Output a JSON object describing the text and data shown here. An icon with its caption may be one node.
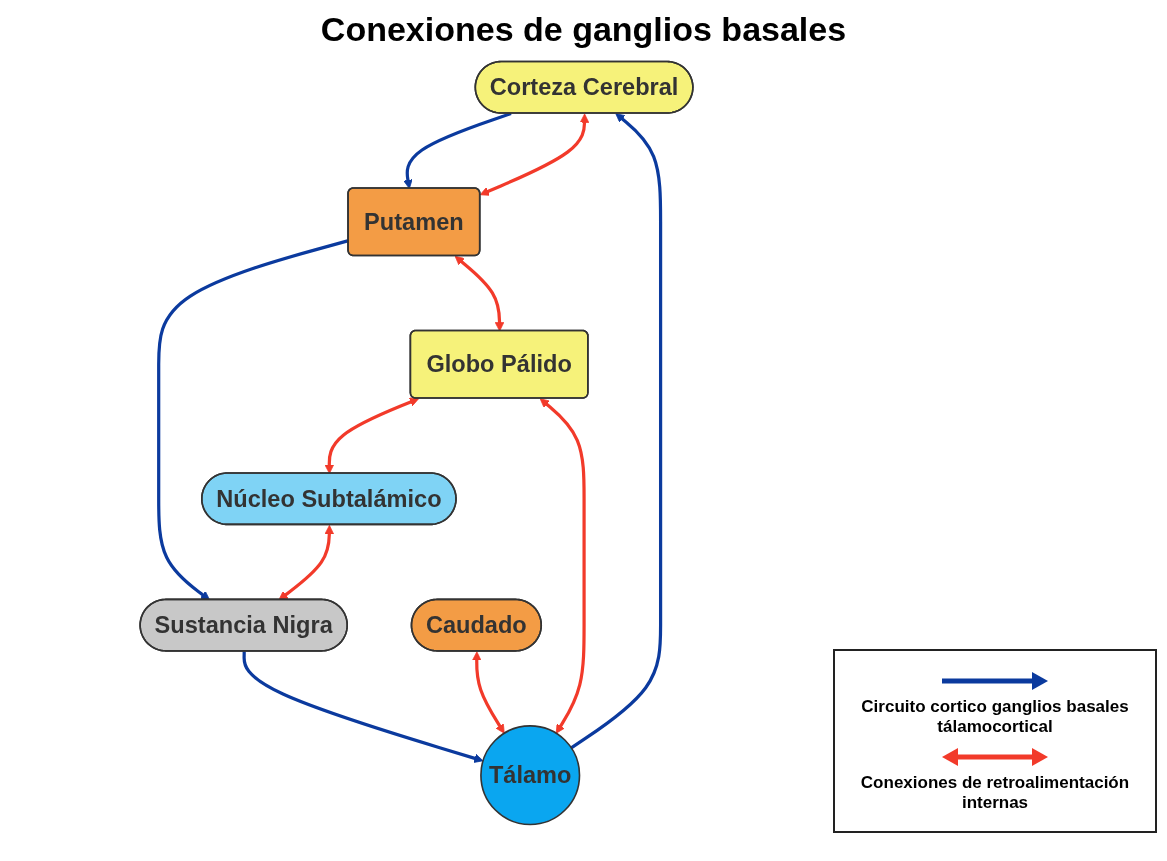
{
  "diagram": {
    "title": "Conexiones de ganglios basales",
    "nodes": [
      {
        "text": [
          "Corteza Cerebral"
        ]
      },
      {
        "text": [
          "Caudado"
        ]
      },
      {
        "text": [
          "Putamen"
        ]
      },
      {
        "text": [
          "Globo Pálido"
        ]
      },
      {
        "text": [
          "Tálamo"
        ]
      },
      {
        "text": [
          "Núcleo Subtalámico"
        ]
      },
      {
        "text": [
          "Sustancia Nigra"
        ]
      }
    ],
    "edges": [
      {
        "from": 0,
        "to": 2,
        "arrow": "to",
        "color": "#0b3a9e"
      },
      {
        "from": 2,
        "to": 6,
        "arrow": "to",
        "color": "#0b3a9e"
      },
      {
        "from": 6,
        "to": 4,
        "arrow": "to",
        "color": "#0b3a9e"
      },
      {
        "from": 4,
        "to": 0,
        "arrow": "to",
        "color": "#0b3a9e"
      },
      {
        "from": 0,
        "to": 2,
        "arrow": "both"
      },
      {
        "from": 1,
        "to": 4,
        "arrow": "both"
      },
      {
        "from": 2,
        "to": 3,
        "arrow": "both"
      },
      {
        "from": 3,
        "to": 4,
        "arrow": "both"
      },
      {
        "from": 3,
        "to": 5,
        "arrow": "both"
      },
      {
        "from": 5,
        "to": 6,
        "arrow": "both"
      }
    ],
    "legend": [
      {
        "text": "Circuito cortico ganglios basales tálamocortical"
      },
      {
        "text": "Conexiones de retroalimentación internas"
      }
    ]
  }
}
